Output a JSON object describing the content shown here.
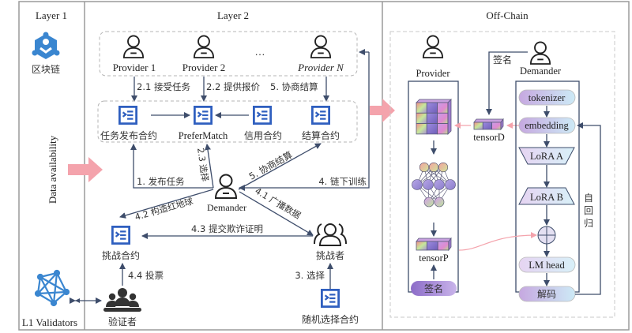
{
  "colors": {
    "arrow": "#3e4d6b",
    "contract_blue": "#2f5fbf",
    "blockchain_blue": "#3a86d0",
    "pink_arrow": "#f4a3ac",
    "dashed_border": "#b5b5b5",
    "panel_border": "#9a9a9a",
    "validator_dark": "#333333"
  },
  "layer1": {
    "title": "Layer 1",
    "blockchain_label": "区块链",
    "data_availability_label": "Data availability",
    "validators_label": "L1 Validators"
  },
  "layer2": {
    "title": "Layer 2",
    "providers": [
      {
        "label": "Provider 1"
      },
      {
        "label": "Provider 2"
      },
      {
        "label": "Provider N"
      }
    ],
    "ellipsis": "…",
    "contracts": [
      {
        "label": "任务发布合约"
      },
      {
        "label": "PreferMatch"
      },
      {
        "label": "信用合约"
      },
      {
        "label": "结算合约"
      }
    ],
    "demander_label": "Demander",
    "challenge_contract_label": "挑战合约",
    "challenger_label": "挑战者",
    "verifier_label": "验证者",
    "random_contract_label": "随机选择合约",
    "edges": {
      "accept_task": "2.1 接受任务",
      "offer_price": "2.2 提供报价",
      "negotiate_settle_top": "5. 协商结算",
      "select_match": "2.3 选择",
      "publish_task": "1. 发布任务",
      "negotiate_settle": "5. 协商结算",
      "offchain_train": "4. 链下训练",
      "broadcast_data": "4.1 广播数据",
      "construct_honeypot": "4.2 构造红地球",
      "submit_fraud_proof": "4.3 提交欺诈证明",
      "vote": "4.4 投票",
      "select": "3. 选择"
    }
  },
  "offchain": {
    "title": "Off-Chain",
    "provider_label": "Provider",
    "demander_label": "Demander",
    "sign_label": "签名",
    "tensorD_label": "tensorD",
    "tensorP_label": "tensorP",
    "provider_sign_button": "签名",
    "pipeline": {
      "tokenizer": "tokenizer",
      "embedding": "embedding",
      "lora_a": "LoRA A",
      "lora_b": "LoRA B",
      "lm_head": "LM head",
      "decode": "解码"
    },
    "autoregressive_label": [
      "自",
      "回",
      "归"
    ]
  }
}
